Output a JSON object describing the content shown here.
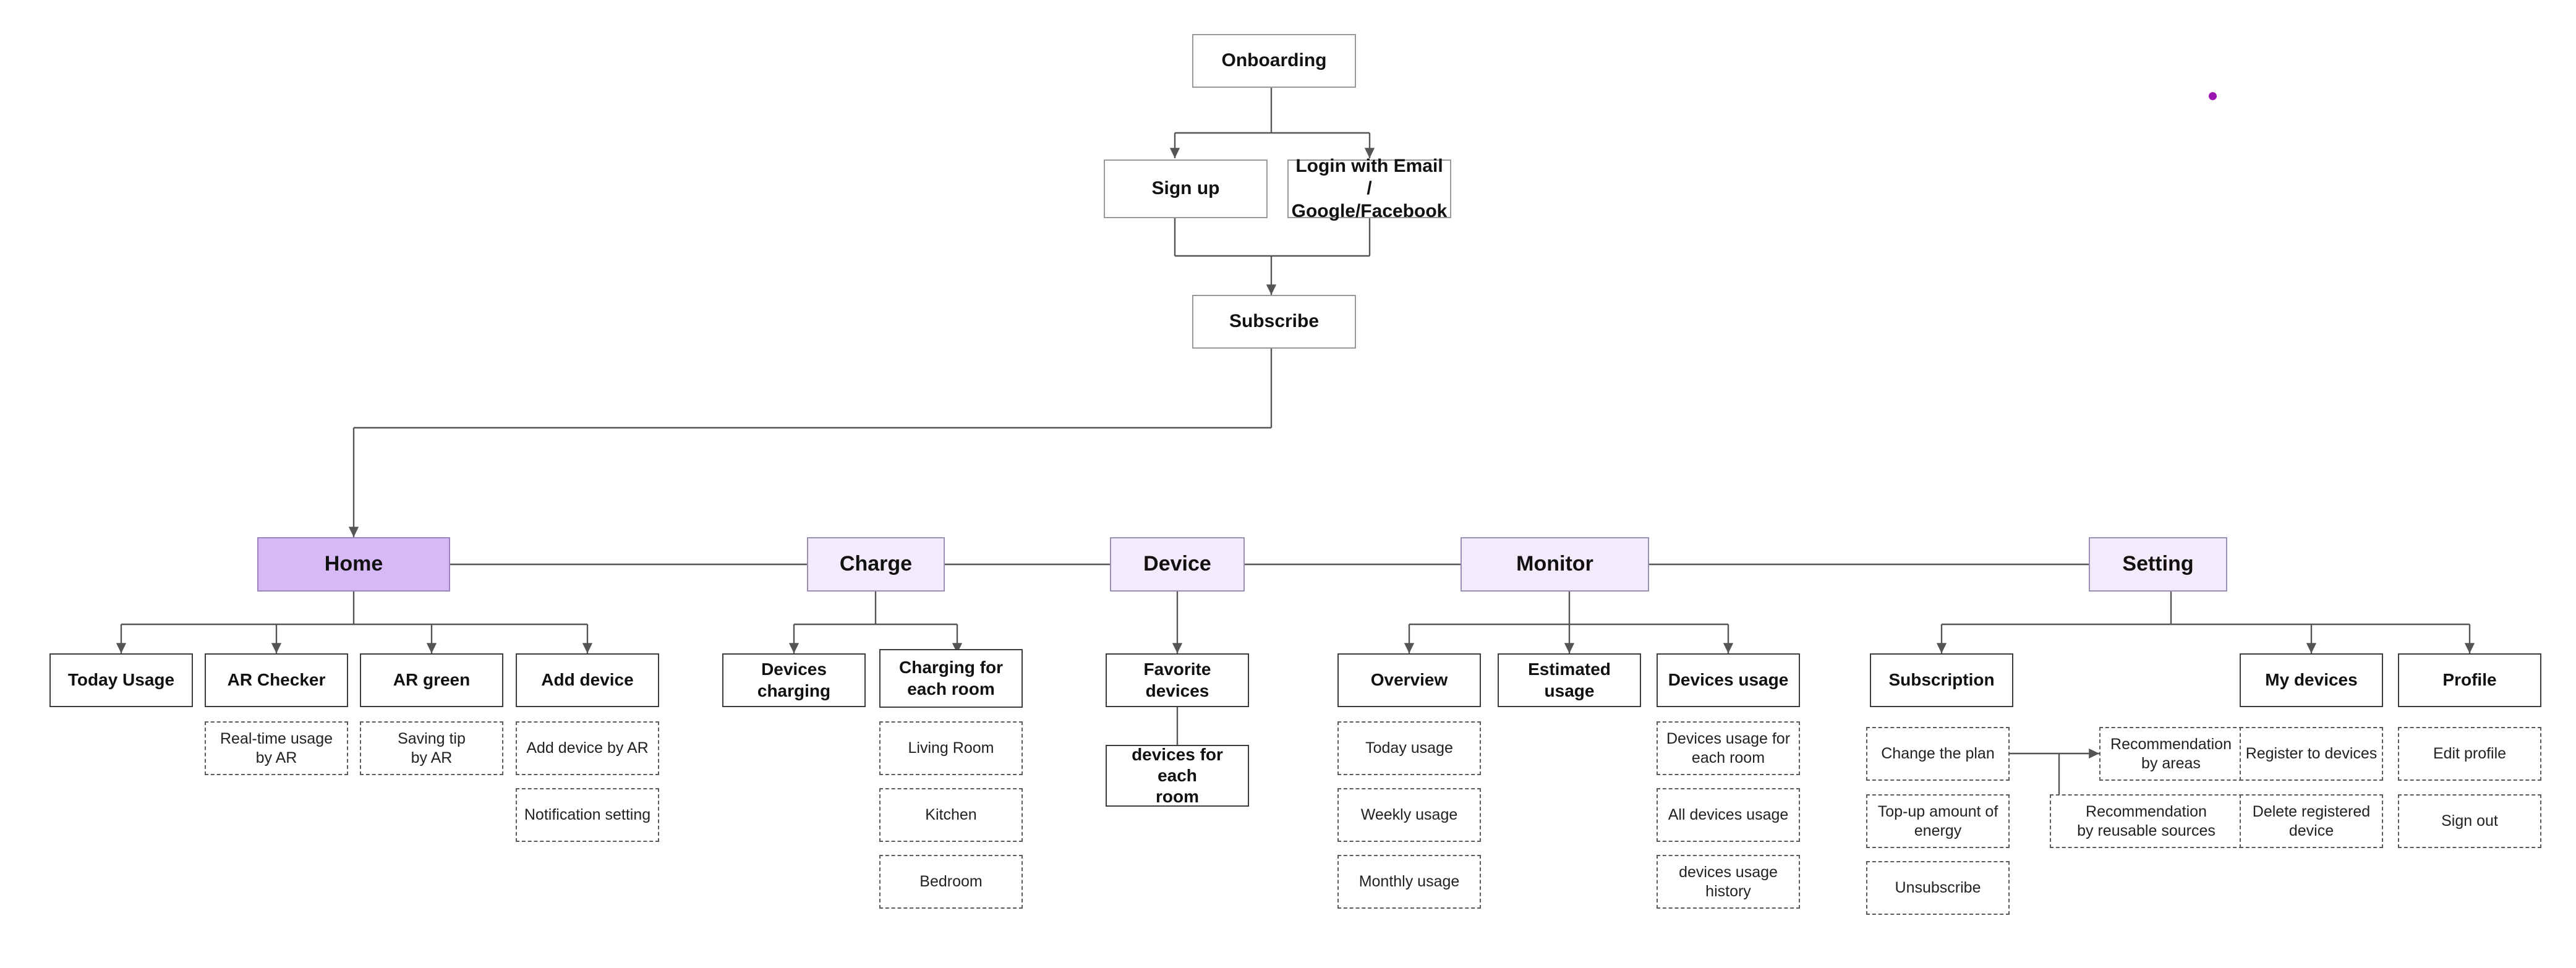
{
  "diagram": {
    "title": "App Sitemap / Information Architecture",
    "colors": {
      "accent_node": "#d7b9f6",
      "nav_node": "#f3ebfb",
      "nav_border": "#9a8fb5",
      "line": "#555555",
      "marker_dot": "#9b16b0",
      "background": "#ffffff"
    },
    "marker_label": "purple-dot-marker"
  },
  "flow": {
    "onboarding": "Onboarding",
    "sign_up": "Sign up",
    "login": "Login with Email /\nGoogle/Facebook",
    "subscribe": "Subscribe"
  },
  "nav": {
    "home": "Home",
    "charge": "Charge",
    "device": "Device",
    "monitor": "Monitor",
    "setting": "Setting"
  },
  "home_section": {
    "today_usage": "Today Usage",
    "ar_checker": "AR Checker",
    "ar_green": "AR green",
    "add_device": "Add device",
    "real_time_usage_by_ar": "Real-time usage\nby AR",
    "saving_tip_by_ar": "Saving tip\nby AR",
    "add_device_by_ar": "Add device by AR",
    "notification_setting": "Notification setting"
  },
  "charge_section": {
    "devices_charging": "Devices charging",
    "charging_for_each_room": "Charging for\neach room",
    "living_room": "Living Room",
    "kitchen": "Kitchen",
    "bedroom": "Bedroom"
  },
  "device_section": {
    "favorite_devices": "Favorite devices",
    "devices_for_each_room": "devices for each\nroom"
  },
  "monitor_section": {
    "overview": "Overview",
    "estimated_usage": "Estimated usage",
    "devices_usage": "Devices usage",
    "today_usage": "Today usage",
    "weekly_usage": "Weekly usage",
    "monthly_usage": "Monthly usage",
    "devices_usage_for_each_room": "Devices usage for\neach room",
    "all_devices_usage": "All devices usage",
    "devices_usage_history": "devices usage\nhistory"
  },
  "setting_section": {
    "subscription": "Subscription",
    "my_devices": "My devices",
    "profile": "Profile",
    "change_the_plan": "Change the plan",
    "top_up_amount_of_energy": "Top-up amount of\nenergy",
    "unsubscribe": "Unsubscribe",
    "recommendation_by_areas": "Recommendation\nby areas",
    "recommendation_by_reusable_sources": "Recommendation\nby reusable sources",
    "register_to_devices": "Register to devices",
    "delete_registered_device": "Delete registered\ndevice",
    "edit_profile": "Edit profile",
    "sign_out": "Sign out"
  }
}
